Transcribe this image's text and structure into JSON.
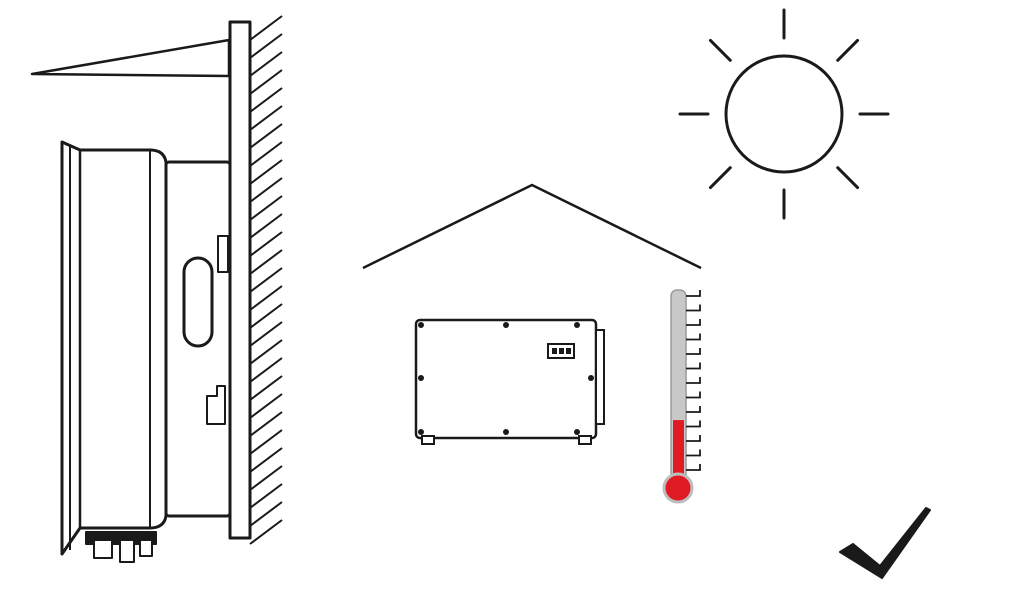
{
  "diagram": {
    "wall_mount": {
      "icon": "inverter-side-view-on-wall-icon",
      "has_sunshade": true
    },
    "shelter": {
      "icon": "roof-shelter-icon"
    },
    "inverter": {
      "icon": "inverter-front-view-icon"
    },
    "sun": {
      "icon": "sun-icon",
      "rays": 8
    },
    "thermometer": {
      "icon": "thermometer-icon",
      "level_fraction": 0.28,
      "fill_color": "#e01b24"
    },
    "result": {
      "icon": "checkmark-icon",
      "meaning": "correct"
    },
    "colors": {
      "stroke": "#1a1a1a",
      "background": "#ffffff",
      "tube": "#bdbdbd",
      "red": "#e01b24"
    }
  }
}
